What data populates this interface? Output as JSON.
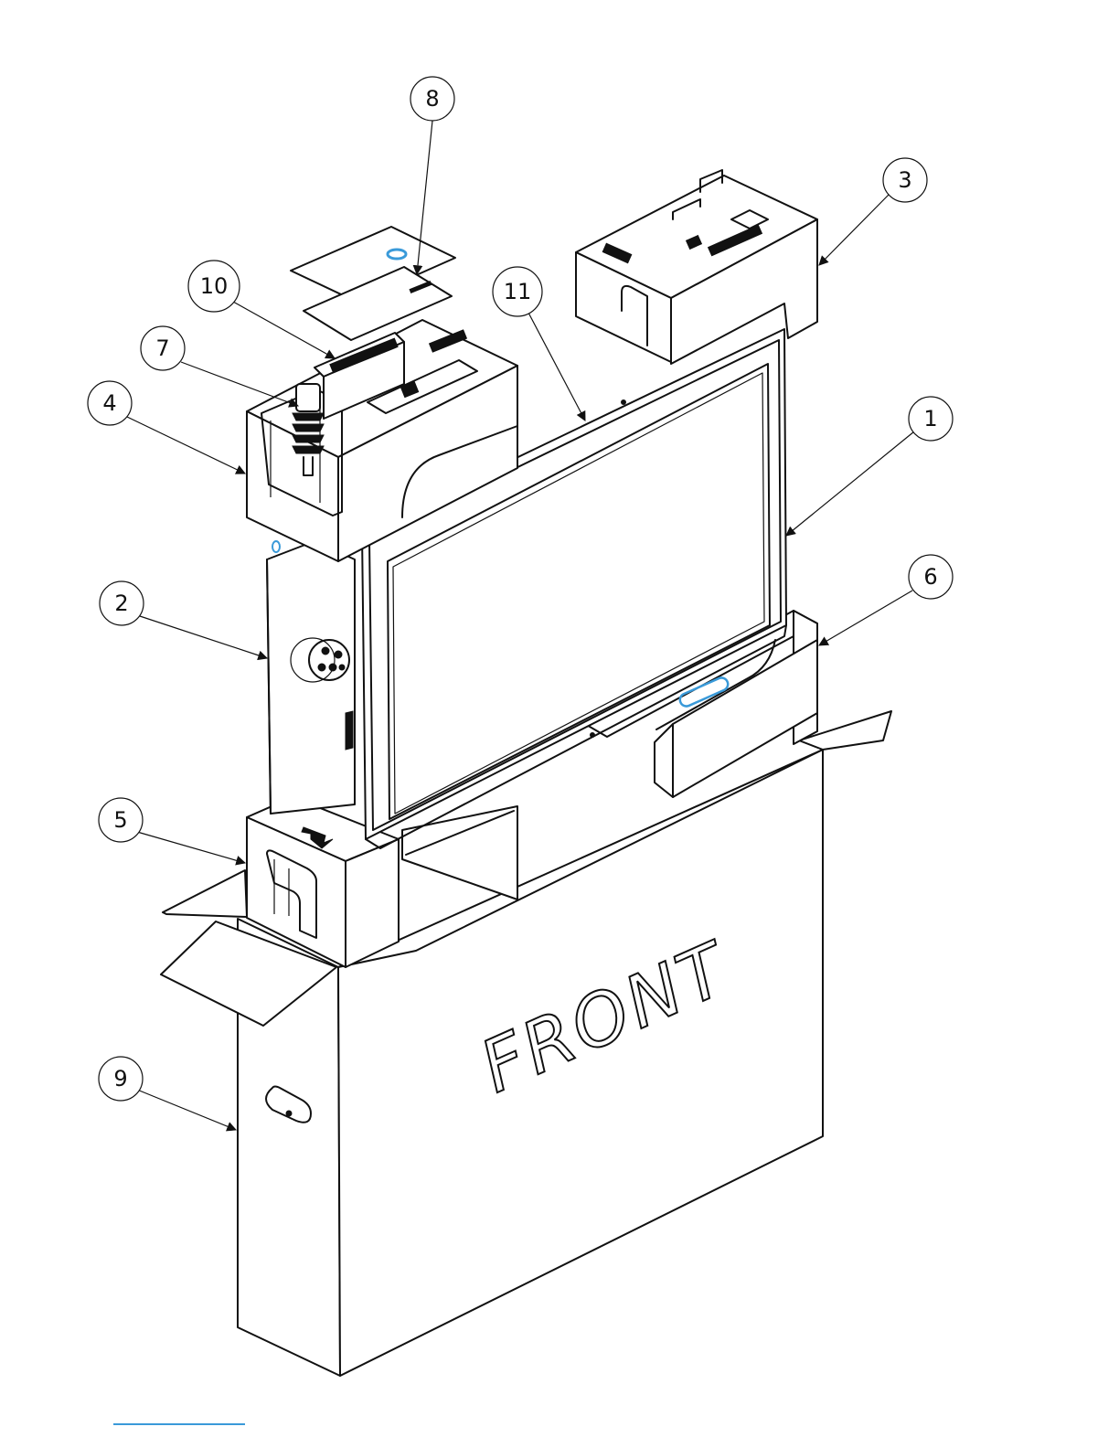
{
  "box": {
    "front_label": "FRONT"
  },
  "callouts": [
    {
      "label": "1"
    },
    {
      "label": "2"
    },
    {
      "label": "3"
    },
    {
      "label": "4"
    },
    {
      "label": "5"
    },
    {
      "label": "6"
    },
    {
      "label": "7"
    },
    {
      "label": "8"
    },
    {
      "label": "9"
    },
    {
      "label": "10"
    },
    {
      "label": "11"
    }
  ],
  "colors": {
    "line": "#111111",
    "highlight": "#3a9ad9",
    "background": "#ffffff"
  }
}
